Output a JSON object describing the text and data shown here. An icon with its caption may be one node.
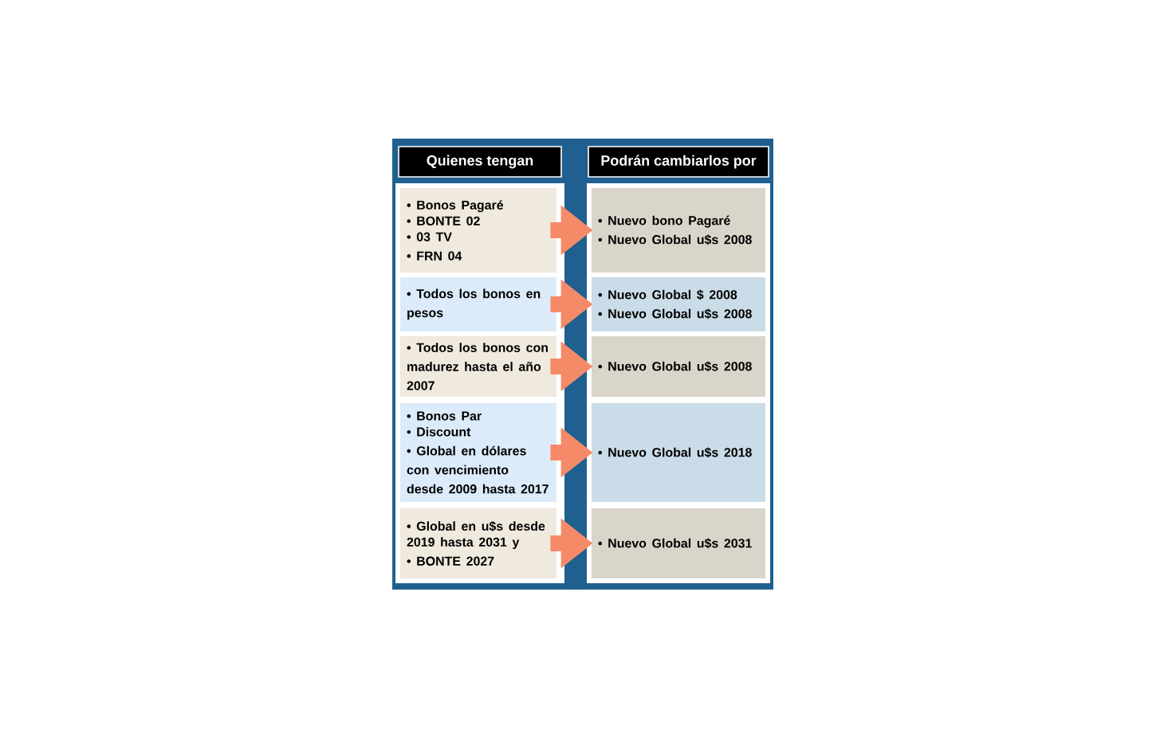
{
  "diagram": {
    "nodes": [
      {
        "text": [
          "Quienes tengan"
        ]
      },
      {
        "text": [
          "Podrán cambiarlos por"
        ]
      },
      {
        "text": [
          "• Bonos Pagaré",
          "• BONTE 02",
          "• 03 TV",
          "• FRN 04"
        ]
      },
      {
        "text": [
          "• Nuevo bono Pagaré",
          "• Nuevo Global u$s 2008"
        ]
      },
      {
        "text": [
          "• Todos los bonos en pesos"
        ]
      },
      {
        "text": [
          "• Nuevo Global $ 2008",
          "• Nuevo Global u$s 2008"
        ]
      },
      {
        "text": [
          "• Todos los bonos con madurez hasta el año 2007"
        ]
      },
      {
        "text": [
          "• Nuevo Global u$s 2008"
        ]
      },
      {
        "text": [
          "• Bonos Par",
          "• Discount",
          "• Global en dólares con vencimiento desde 2009 hasta 2017"
        ]
      },
      {
        "text": [
          "• Nuevo Global u$s 2018"
        ]
      },
      {
        "text": [
          "• Global en u$s desde 2019 hasta 2031 y",
          "• BONTE 2027"
        ]
      },
      {
        "text": [
          "• Nuevo Global u$s 2031"
        ]
      }
    ],
    "edges": [
      {
        "from": 2,
        "to": 3,
        "arrow": "to"
      },
      {
        "from": 4,
        "to": 5,
        "arrow": "to"
      },
      {
        "from": 6,
        "to": 7,
        "arrow": "to"
      },
      {
        "from": 8,
        "to": 9,
        "arrow": "to"
      },
      {
        "from": 10,
        "to": 11,
        "arrow": "to"
      }
    ]
  }
}
